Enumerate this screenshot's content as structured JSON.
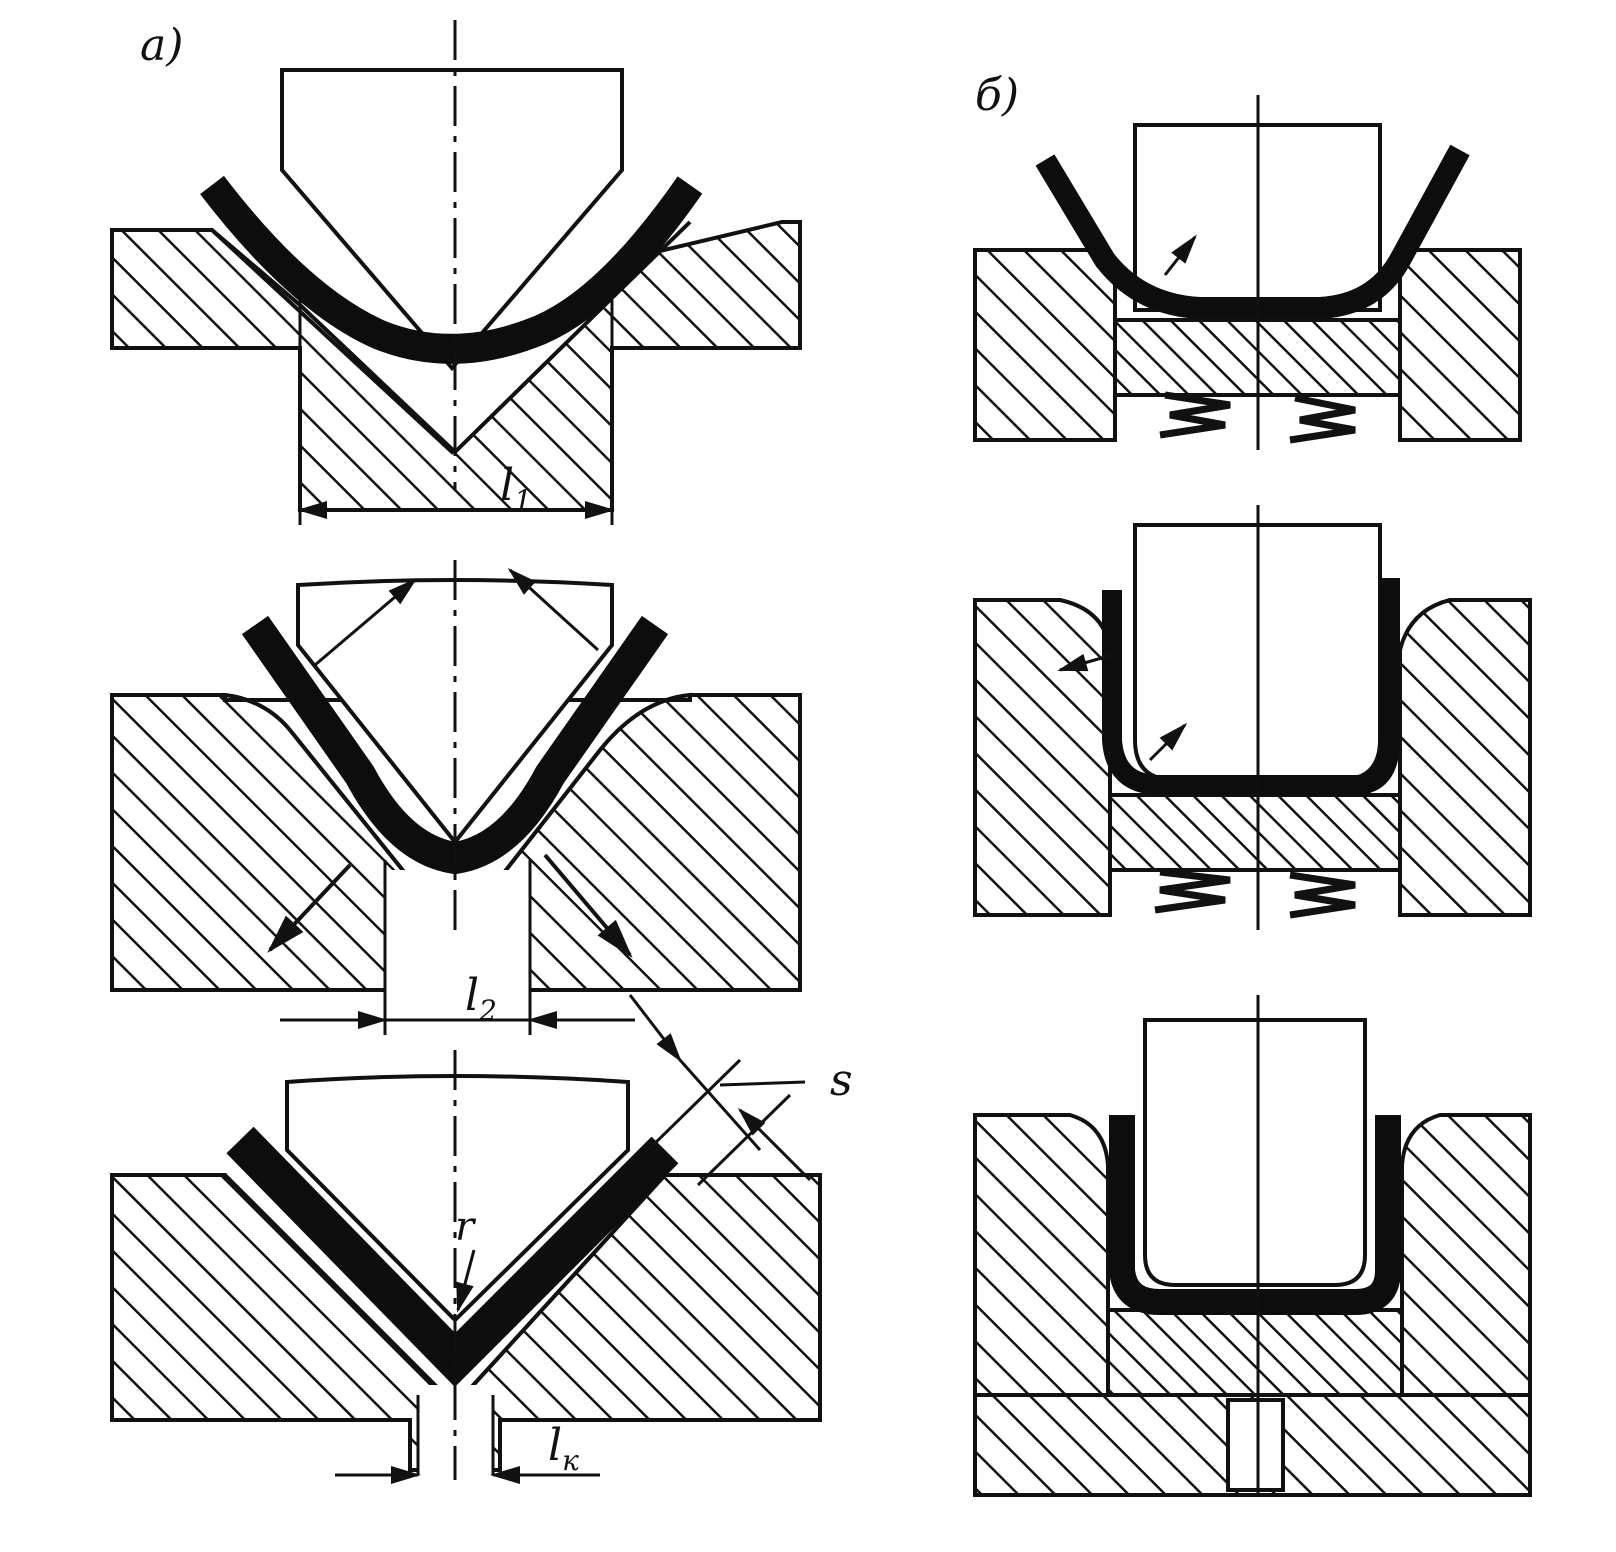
{
  "colors": {
    "ink": "#111111",
    "paper": "#ffffff",
    "workpiece": "#0d0d0d"
  },
  "panels": {
    "left": {
      "label": "а)",
      "stages": [
        {
          "dimension": {
            "base": "l",
            "sub": "1"
          }
        },
        {
          "dimension": {
            "base": "l",
            "sub": "2"
          }
        },
        {
          "dimension": {
            "base": "l",
            "sub": "к"
          },
          "thickness": "s",
          "radius": "r"
        }
      ]
    },
    "right": {
      "label": "б)"
    }
  }
}
